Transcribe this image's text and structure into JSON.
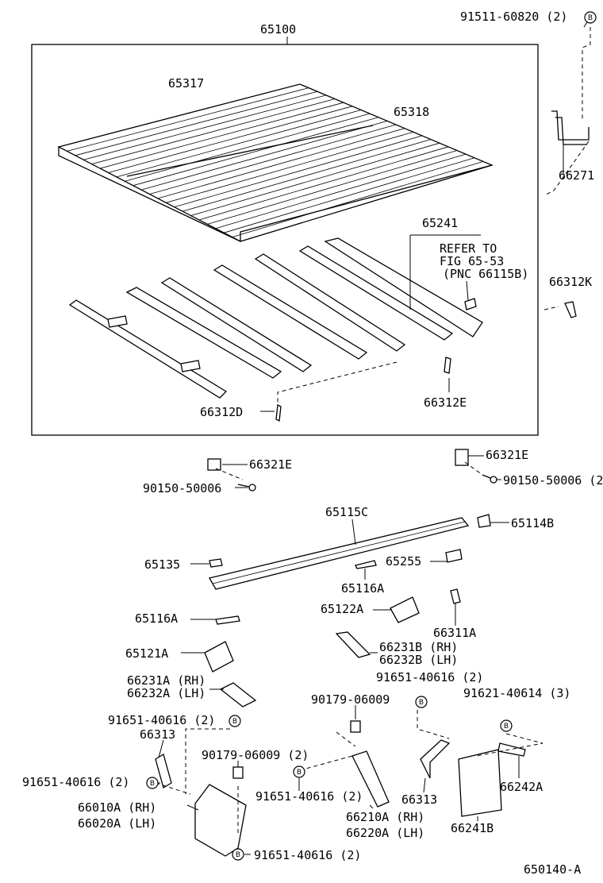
{
  "diagram_id": "650140-A",
  "parts": [
    {
      "key": "p65100",
      "label": "65100"
    },
    {
      "key": "p9151160820",
      "label": "91511-60820 (2)"
    },
    {
      "key": "p65317",
      "label": "65317"
    },
    {
      "key": "p65318",
      "label": "65318"
    },
    {
      "key": "p66271",
      "label": "66271"
    },
    {
      "key": "p65241",
      "label": "65241"
    },
    {
      "key": "p66312K",
      "label": "66312K"
    },
    {
      "key": "p66312D",
      "label": "66312D"
    },
    {
      "key": "p66312E",
      "label": "66312E"
    },
    {
      "key": "p66321E_l",
      "label": "66321E"
    },
    {
      "key": "p66321E_r",
      "label": "66321E"
    },
    {
      "key": "p9015050006_l",
      "label": "90150-50006"
    },
    {
      "key": "p9015050006_r",
      "label": "90150-50006 (2)"
    },
    {
      "key": "p65115C",
      "label": "65115C"
    },
    {
      "key": "p65114B",
      "label": "65114B"
    },
    {
      "key": "p65135",
      "label": "65135"
    },
    {
      "key": "p65255",
      "label": "65255"
    },
    {
      "key": "p65116A_c",
      "label": "65116A"
    },
    {
      "key": "p65122A",
      "label": "65122A"
    },
    {
      "key": "p65116A_l",
      "label": "65116A"
    },
    {
      "key": "p66311A",
      "label": "66311A"
    },
    {
      "key": "p66231B",
      "label": "66231B (RH)"
    },
    {
      "key": "p66232B",
      "label": "66232B (LH)"
    },
    {
      "key": "p65121A",
      "label": "65121A"
    },
    {
      "key": "p9165140616_c",
      "label": "91651-40616 (2)"
    },
    {
      "key": "p66231A",
      "label": "66231A (RH)"
    },
    {
      "key": "p66232A",
      "label": "66232A (LH)"
    },
    {
      "key": "p9017906009_c",
      "label": "90179-06009"
    },
    {
      "key": "p9162140614",
      "label": "91621-40614 (3)"
    },
    {
      "key": "p9165140616_tl",
      "label": "91651-40616 (2)"
    },
    {
      "key": "p66313_l",
      "label": "66313"
    },
    {
      "key": "p9017906009_l",
      "label": "90179-06009 (2)"
    },
    {
      "key": "p9165140616_ml",
      "label": "91651-40616 (2)"
    },
    {
      "key": "p9165140616_mc",
      "label": "91651-40616 (2)"
    },
    {
      "key": "p66313_r",
      "label": "66313"
    },
    {
      "key": "p66242A",
      "label": "66242A"
    },
    {
      "key": "p66010A",
      "label": "66010A (RH)"
    },
    {
      "key": "p66020A",
      "label": "66020A (LH)"
    },
    {
      "key": "p66210A",
      "label": "66210A (RH)"
    },
    {
      "key": "p66220A",
      "label": "66220A (LH)"
    },
    {
      "key": "p66241B",
      "label": "66241B"
    },
    {
      "key": "p9165140616_b",
      "label": "91651-40616 (2)"
    }
  ],
  "refer_note": {
    "line1": "REFER TO",
    "line2": "FIG 65-53",
    "line3": "(PNC 66115B)"
  },
  "bolt_symbol": "B",
  "colors": {
    "ink": "#000000",
    "paper": "#ffffff"
  }
}
